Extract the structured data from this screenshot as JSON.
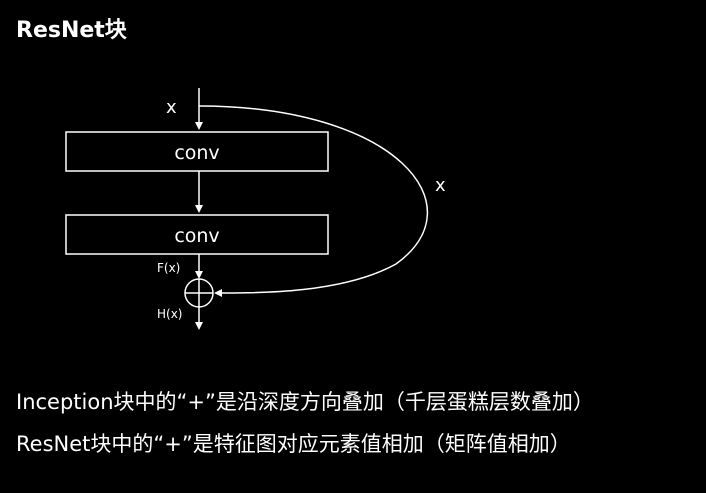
{
  "slide": {
    "title": "ResNet块"
  },
  "diagram": {
    "input_label": "x",
    "skip_label": "x",
    "conv1_label": "conv",
    "conv2_label": "conv",
    "residual_label": "F(x)",
    "output_label": "H(x)",
    "add_symbol": "⊕"
  },
  "captions": {
    "line1": "Inception块中的“+”是沿深度方向叠加（千层蛋糕层数叠加）",
    "line2": "ResNet块中的“+”是特征图对应元素值相加（矩阵值相加）"
  },
  "colors": {
    "background": "#000000",
    "foreground": "#ffffff"
  }
}
